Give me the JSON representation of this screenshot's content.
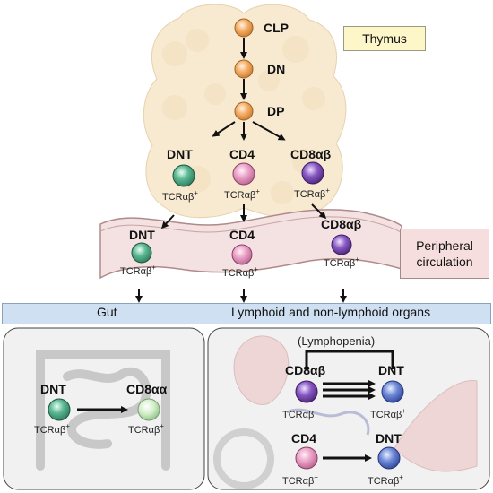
{
  "labels": {
    "thymus": "Thymus",
    "peripheral_line1": "Peripheral",
    "peripheral_line2": "circulation",
    "gut": "Gut",
    "organs": "Lymphoid and non-lymphoid organs",
    "lymphopenia": "(Lymphopenia)"
  },
  "thymus_cells": {
    "clp": "CLP",
    "dn": "DN",
    "dp": "DP",
    "dnt": "DNT",
    "cd4": "CD4",
    "cd8ab": "CD8αβ",
    "tcr": "TCRαβ",
    "plus": "+"
  },
  "circulation_cells": {
    "dnt": "DNT",
    "cd4": "CD4",
    "cd8ab": "CD8αβ",
    "tcr": "TCRαβ",
    "plus": "+"
  },
  "gut_cells": {
    "dnt": "DNT",
    "cd8aa": "CD8αα",
    "tcr": "TCRαβ",
    "plus": "+"
  },
  "organ_cells": {
    "cd8ab": "CD8αβ",
    "dnt_top": "DNT",
    "cd4": "CD4",
    "dnt_bottom": "DNT",
    "tcr": "TCRαβ",
    "plus": "+"
  },
  "colors": {
    "thymus_fill": "#f7ead1",
    "orange_cell": "#f0a65a",
    "green_cell": "#4aa383",
    "pink_cell": "#e694bd",
    "purple_cell": "#7a4ab5",
    "blue_cell": "#5a76cf",
    "light_green_cell": "#c4e6bb",
    "vessel_fill": "#f4e1e1",
    "vessel_stroke": "#b08a8a"
  }
}
